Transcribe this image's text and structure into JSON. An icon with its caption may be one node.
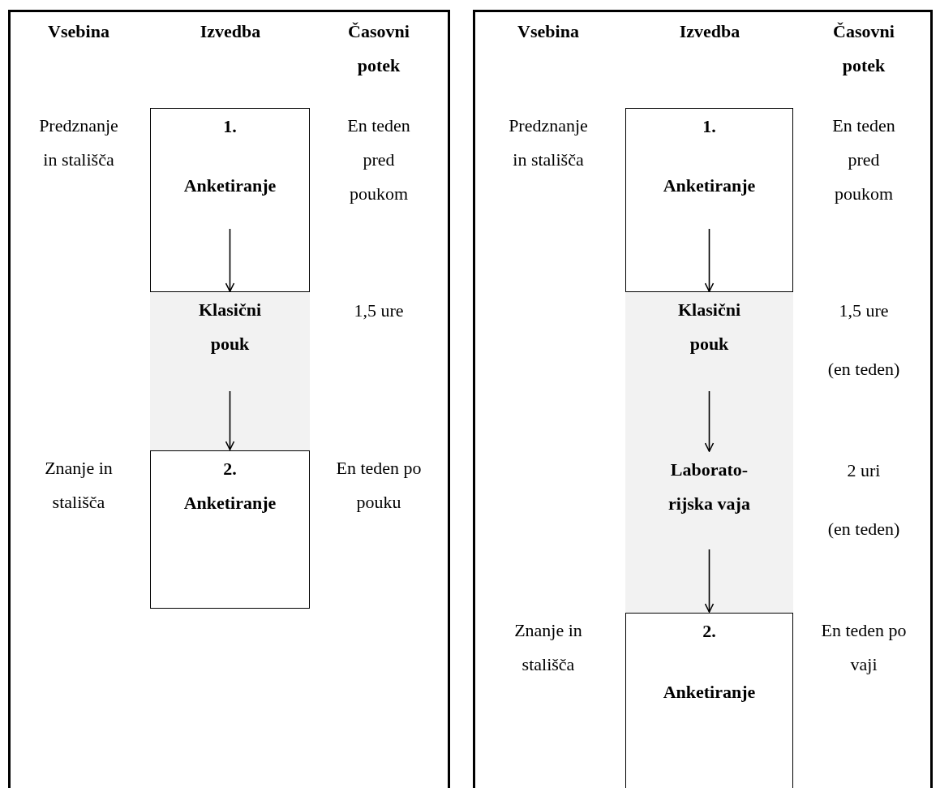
{
  "diagram": {
    "nodes": [
      {
        "text": [
          "Vsebina",
          "Izvedba",
          "Časovni potek"
        ]
      },
      {
        "text": [
          "1.",
          "Anketiranje"
        ],
        "in": 0,
        "beside": [
          "Predznanje in stališča",
          "En teden pred poukom"
        ]
      },
      {
        "text": [
          "Klasični pouk"
        ],
        "in": 0,
        "beside": [
          "1,5 ure"
        ]
      },
      {
        "text": [
          "2. Anketiranje"
        ],
        "in": 0,
        "beside": [
          "Znanje in stališča",
          "En teden po pouku"
        ]
      },
      {
        "text": [
          "Vsebina",
          "Izvedba",
          "Časovni potek"
        ]
      },
      {
        "text": [
          "1.",
          "Anketiranje"
        ],
        "in": 4,
        "beside": [
          "Predznanje in stališča",
          "En teden pred poukom"
        ]
      },
      {
        "text": [
          "Klasični pouk"
        ],
        "in": 4,
        "beside": [
          "1,5 ure",
          "(en teden)"
        ]
      },
      {
        "text": [
          "Laborato- rijska vaja"
        ],
        "in": 4,
        "beside": [
          "2 uri",
          "(en teden)"
        ]
      },
      {
        "text": [
          "2.",
          "Anketiranje"
        ],
        "in": 4,
        "beside": [
          "Znanje in stališča",
          "En teden po vaji"
        ]
      }
    ],
    "edges": [
      {
        "from": 1,
        "to": 2,
        "arrow": "to"
      },
      {
        "from": 2,
        "to": 3,
        "arrow": "to"
      },
      {
        "from": 5,
        "to": 6,
        "arrow": "to"
      },
      {
        "from": 6,
        "to": 7,
        "arrow": "to"
      },
      {
        "from": 7,
        "to": 8,
        "arrow": "to"
      }
    ]
  }
}
